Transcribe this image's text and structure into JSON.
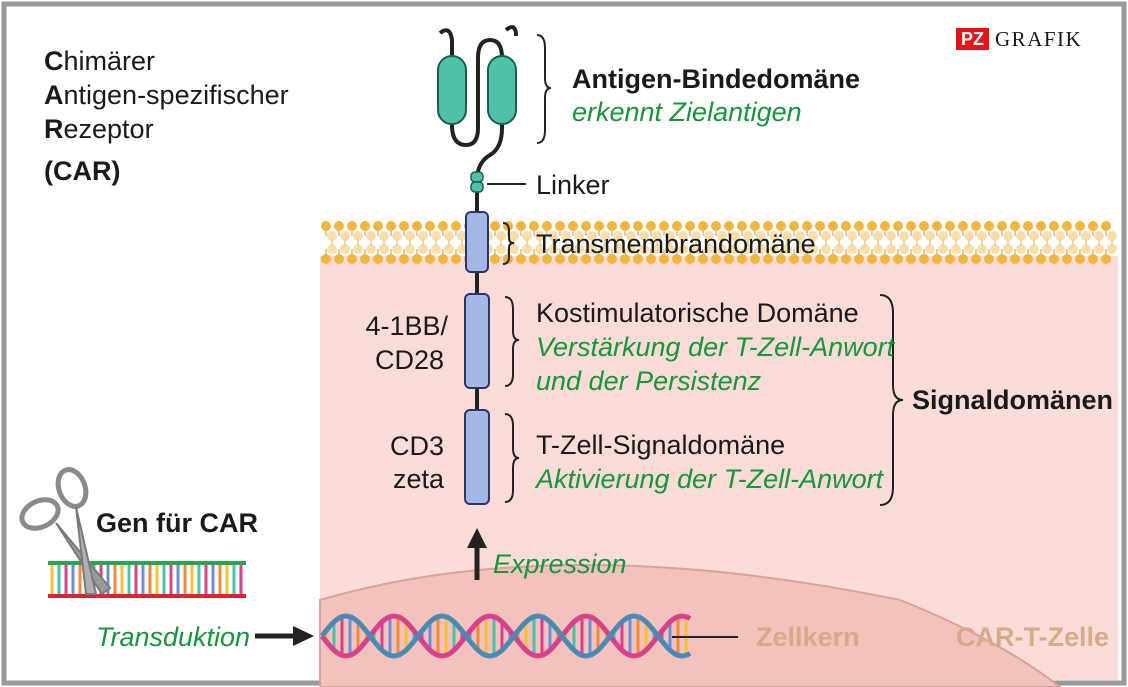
{
  "brand": {
    "box": "PZ",
    "text": "GRAFIK"
  },
  "title": {
    "line1_initial": "C",
    "line1_rest": "himärer",
    "line2_initial": "A",
    "line2_rest": "ntigen-spezifischer",
    "line3_initial": "R",
    "line3_rest": "ezeptor",
    "acronym": "(CAR)"
  },
  "labels": {
    "antigen_binding_title": "Antigen-Bindedomäne",
    "antigen_binding_desc": "erkennt Zielantigen",
    "linker": "Linker",
    "transmembrane": "Transmembrandomäne",
    "costim_name_1": "4-1BB/",
    "costim_name_2": "CD28",
    "costim_title": "Kostimulatorische Domäne",
    "costim_desc_1": "Verstärkung der T-Zell-Anwort",
    "costim_desc_2": "und der Persistenz",
    "signal_name_1": "CD3",
    "signal_name_2": "zeta",
    "signal_title": "T-Zell-Signaldomäne",
    "signal_desc": "Aktivierung der T-Zell-Anwort",
    "signal_domains": "Signaldomänen",
    "expression": "Expression",
    "gene": "Gen für CAR",
    "transduction": "Transduktion",
    "nucleus": "Zellkern",
    "cell": "CAR-T-Zelle"
  },
  "colors": {
    "cell_fill": "#f9dcd7",
    "nucleus_fill": "#f2c3bd",
    "domain_teal": "#4fc1a8",
    "domain_blue": "#a5b7e6",
    "lipid_head": "#f4b63a",
    "green_text": "#17953b",
    "tan_text": "#d7ab8a",
    "brand_red": "#e3141c"
  },
  "icons": {
    "scissors": "scissors-icon",
    "gene_strand": "dna-strand-icon",
    "dna_helix": "dna-helix-icon"
  }
}
